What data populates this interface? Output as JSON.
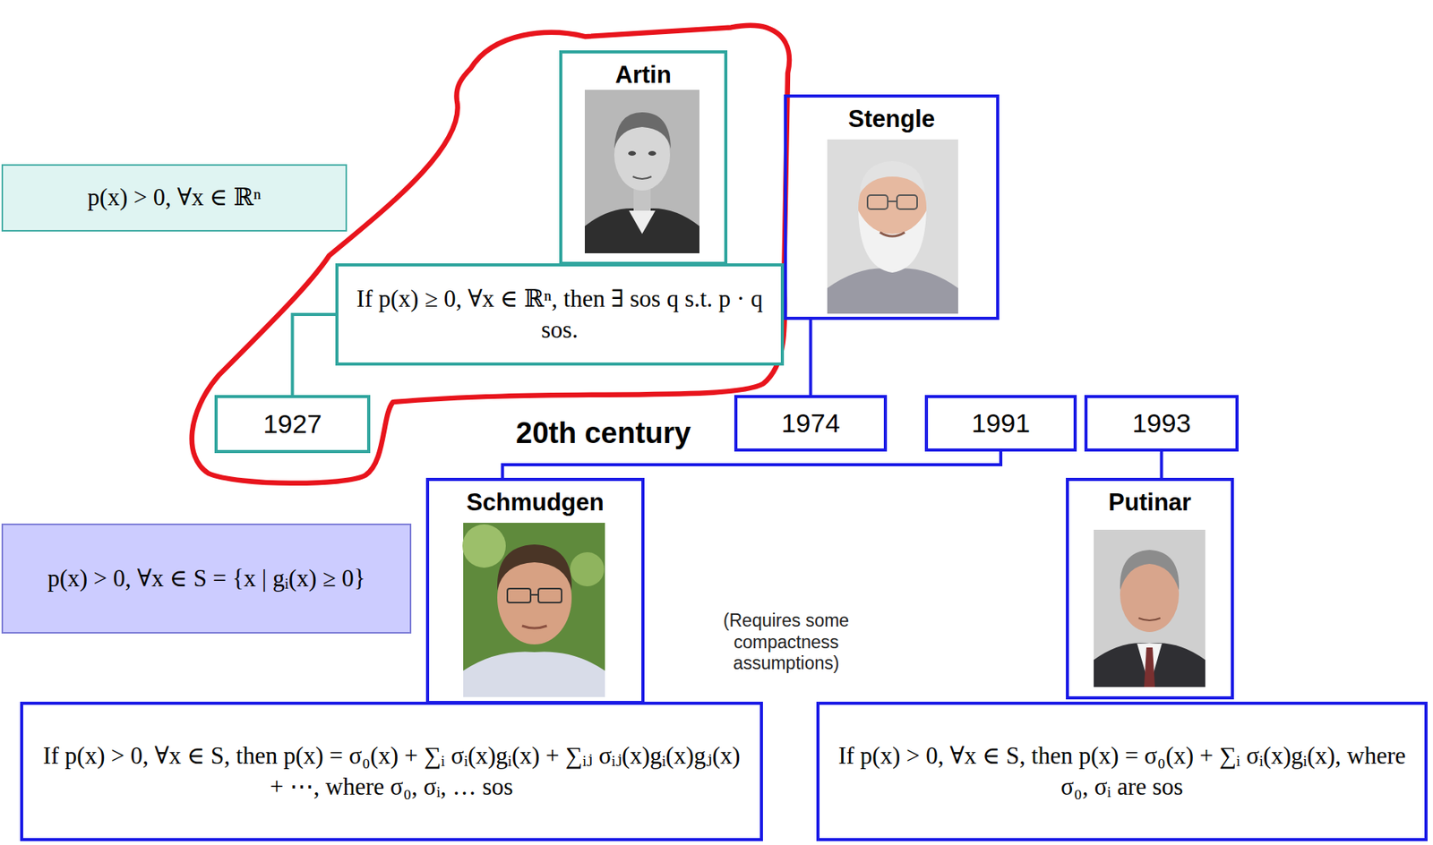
{
  "diagram": {
    "nodes": [
      {
        "text": [
          "p(x) > 0, ∀x ∈ ℝⁿ"
        ]
      },
      {
        "text": [
          "Artin"
        ]
      },
      {
        "text": [
          "If p(x) ≥ 0, ∀x ∈ ℝⁿ, then ∃ sos q s.t. p · q sos."
        ]
      },
      {
        "text": [
          "Stengle"
        ]
      },
      {
        "text": [
          "20th century"
        ]
      },
      {
        "text": [
          "1927"
        ],
        "in": 4
      },
      {
        "text": [
          "1974"
        ],
        "in": 4
      },
      {
        "text": [
          "1991"
        ],
        "in": 4
      },
      {
        "text": [
          "1993"
        ],
        "in": 4
      },
      {
        "text": [
          "p(x) > 0, ∀x ∈ S = {x | gᵢ(x) ≥ 0}"
        ]
      },
      {
        "text": [
          "Schmudgen"
        ]
      },
      {
        "text": [
          "Putinar"
        ]
      },
      {
        "text": [
          "If p(x) > 0, ∀x ∈ S, then p(x) = σ₀(x) + ∑ᵢ σᵢ(x)gᵢ(x) + ∑ᵢⱼ σᵢⱼ(x)gᵢ(x)gⱼ(x) + ⋯, where σ₀, σᵢ, … sos"
        ]
      },
      {
        "text": [
          "If p(x) > 0, ∀x ∈ S, then p(x) = σ₀(x) + ∑ᵢ σᵢ(x)gᵢ(x), where σ₀, σᵢ are sos"
        ]
      }
    ],
    "edges": [
      {
        "from": 5,
        "to": 2,
        "arrow": "none"
      },
      {
        "from": 6,
        "to": 3,
        "arrow": "none"
      },
      {
        "from": 7,
        "to": 10,
        "arrow": "none"
      },
      {
        "from": 8,
        "to": 11,
        "arrow": "none"
      }
    ],
    "labels": [
      "(Requires some compactness assumptions)"
    ]
  }
}
